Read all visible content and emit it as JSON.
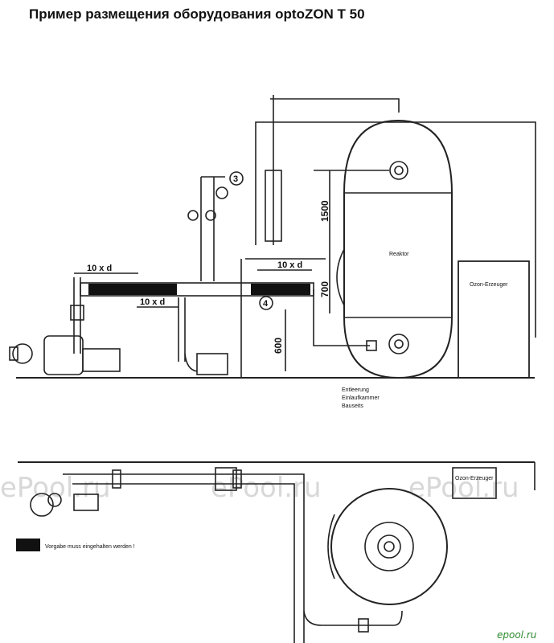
{
  "title": "Пример размещения оборудования optoZON T 50",
  "labels": {
    "dim_10xd_left": "10 x d",
    "dim_10xd_mid": "10 x d",
    "dim_10xd_right": "10 x d",
    "dim_1500": "1500",
    "dim_700": "700",
    "dim_600": "600",
    "marker_3": "3",
    "marker_4": "4",
    "reaktor": "Reaktor",
    "ozon_erzeuger_top": "Ozon-Erzeuger",
    "ozon_erzeuger_bottom": "Ozon-Erzeuger",
    "drain_line1": "Entleerung",
    "drain_line2": "Einlaufkammer",
    "drain_line3": "Bauseits",
    "legend_text": "Vorgabe muss eingehalten werden !",
    "watermark_1": "ePool.ru",
    "watermark_2": "ePool.ru",
    "watermark_3": "ePool.ru",
    "site_logo": "epool.ru"
  },
  "colors": {
    "line": "#222222",
    "legend_fill": "#111111",
    "watermark": "#d8d8d8",
    "site_logo": "#2e8b2e"
  }
}
